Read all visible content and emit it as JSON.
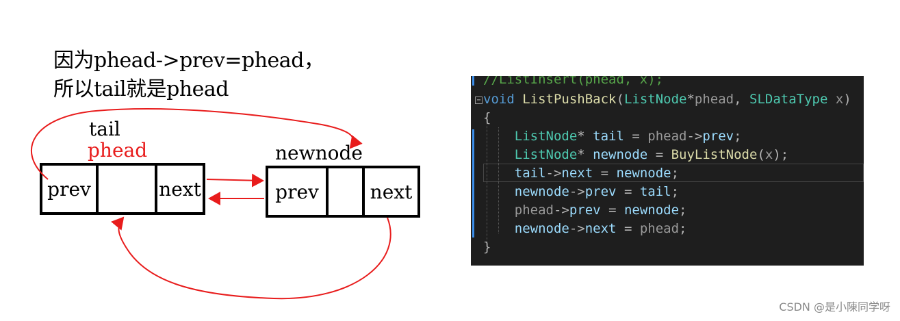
{
  "caption": {
    "line1": "因为phead->prev=phead，",
    "line2": "所以tail就是phead"
  },
  "diagram": {
    "tail_label": "tail",
    "phead_label": "phead",
    "newnode_label": "newnode",
    "node1": {
      "prev": "prev",
      "data": "",
      "next": "next"
    },
    "node2": {
      "prev": "prev",
      "data": "",
      "next": "next"
    },
    "arrow_color": "#e81c1c"
  },
  "code": {
    "lines": [
      [
        {
          "t": "//ListInsert(phead, x);",
          "c": "comment"
        }
      ],
      [
        {
          "t": "void",
          "c": "kw"
        },
        {
          "t": " ",
          "c": "punct"
        },
        {
          "t": "ListPushBack",
          "c": "fn"
        },
        {
          "t": "(",
          "c": "punct"
        },
        {
          "t": "ListNode",
          "c": "type"
        },
        {
          "t": "*",
          "c": "punct"
        },
        {
          "t": "phead",
          "c": "param"
        },
        {
          "t": ", ",
          "c": "punct"
        },
        {
          "t": "SLDataType",
          "c": "type"
        },
        {
          "t": " ",
          "c": "punct"
        },
        {
          "t": "x",
          "c": "param"
        },
        {
          "t": ")",
          "c": "punct"
        }
      ],
      [
        {
          "t": "{",
          "c": "punct"
        }
      ],
      [
        {
          "t": "    ",
          "c": "punct"
        },
        {
          "t": "ListNode",
          "c": "type"
        },
        {
          "t": "* ",
          "c": "punct"
        },
        {
          "t": "tail",
          "c": "local"
        },
        {
          "t": " = ",
          "c": "punct"
        },
        {
          "t": "phead",
          "c": "param"
        },
        {
          "t": "->",
          "c": "punct"
        },
        {
          "t": "prev",
          "c": "local"
        },
        {
          "t": ";",
          "c": "punct"
        }
      ],
      [
        {
          "t": "    ",
          "c": "punct"
        },
        {
          "t": "ListNode",
          "c": "type"
        },
        {
          "t": "* ",
          "c": "punct"
        },
        {
          "t": "newnode",
          "c": "local"
        },
        {
          "t": " = ",
          "c": "punct"
        },
        {
          "t": "BuyListNode",
          "c": "fn"
        },
        {
          "t": "(",
          "c": "punct"
        },
        {
          "t": "x",
          "c": "param"
        },
        {
          "t": ");",
          "c": "punct"
        }
      ],
      [
        {
          "t": "    ",
          "c": "punct"
        },
        {
          "t": "tail",
          "c": "local"
        },
        {
          "t": "->",
          "c": "punct"
        },
        {
          "t": "next",
          "c": "local"
        },
        {
          "t": " = ",
          "c": "punct"
        },
        {
          "t": "newnode",
          "c": "local"
        },
        {
          "t": ";",
          "c": "punct"
        }
      ],
      [
        {
          "t": "    ",
          "c": "punct"
        },
        {
          "t": "newnode",
          "c": "local"
        },
        {
          "t": "->",
          "c": "punct"
        },
        {
          "t": "prev",
          "c": "local"
        },
        {
          "t": " = ",
          "c": "punct"
        },
        {
          "t": "tail",
          "c": "local"
        },
        {
          "t": ";",
          "c": "punct"
        }
      ],
      [
        {
          "t": "    ",
          "c": "punct"
        },
        {
          "t": "phead",
          "c": "param"
        },
        {
          "t": "->",
          "c": "punct"
        },
        {
          "t": "prev",
          "c": "local"
        },
        {
          "t": " = ",
          "c": "punct"
        },
        {
          "t": "newnode",
          "c": "local"
        },
        {
          "t": ";",
          "c": "punct"
        }
      ],
      [
        {
          "t": "    ",
          "c": "punct"
        },
        {
          "t": "newnode",
          "c": "local"
        },
        {
          "t": "->",
          "c": "punct"
        },
        {
          "t": "next",
          "c": "local"
        },
        {
          "t": " = ",
          "c": "punct"
        },
        {
          "t": "phead",
          "c": "param"
        },
        {
          "t": ";",
          "c": "punct"
        }
      ],
      [
        {
          "t": "}",
          "c": "punct"
        }
      ]
    ]
  },
  "watermark": "CSDN @是小陳同学呀"
}
